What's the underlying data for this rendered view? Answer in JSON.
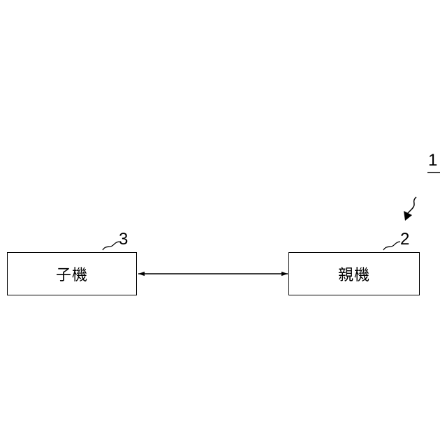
{
  "diagram": {
    "system_ref": "1",
    "child_unit": {
      "label": "子機",
      "ref": "3"
    },
    "parent_unit": {
      "label": "親機",
      "ref": "2"
    },
    "connection": "bidirectional",
    "line_color": "#000000"
  }
}
